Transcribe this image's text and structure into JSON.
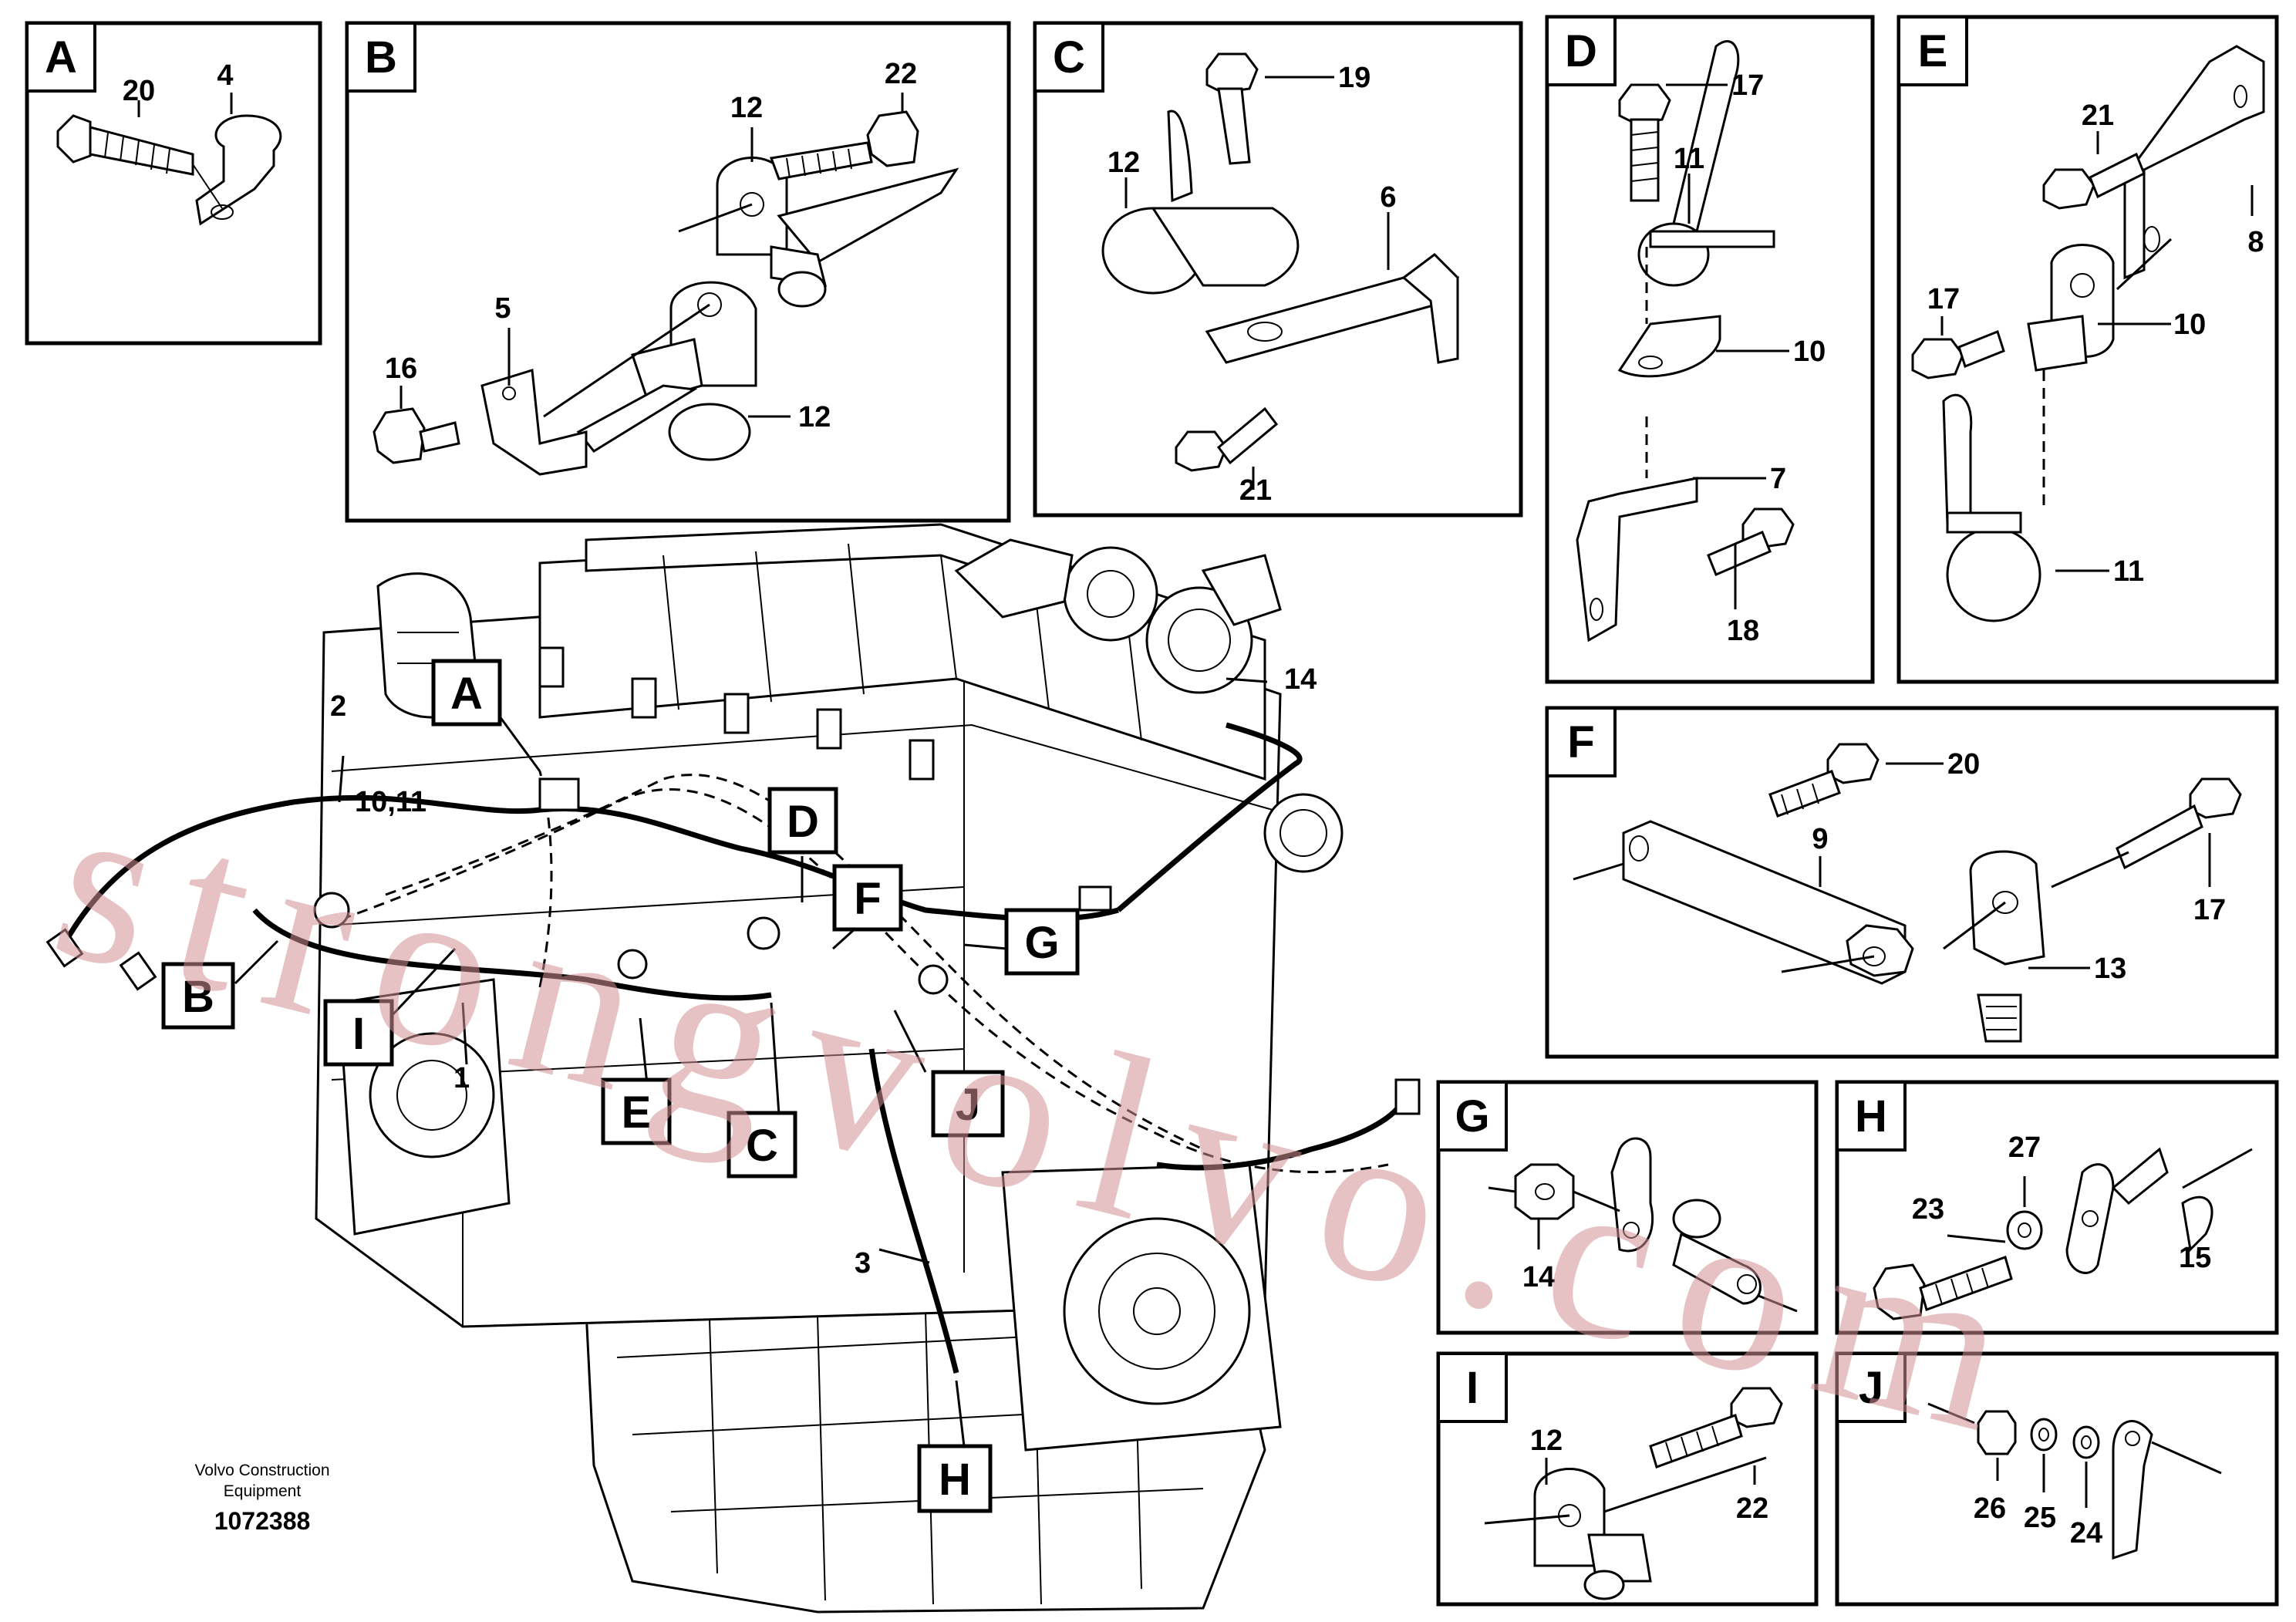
{
  "panels": {
    "A": {
      "letter": "A",
      "labels": [
        "20",
        "4"
      ]
    },
    "B": {
      "letter": "B",
      "labels": [
        "12",
        "22",
        "5",
        "16",
        "12"
      ]
    },
    "C": {
      "letter": "C",
      "labels": [
        "19",
        "12",
        "6",
        "21"
      ]
    },
    "D": {
      "letter": "D",
      "labels": [
        "17",
        "11",
        "10",
        "7",
        "18"
      ]
    },
    "E": {
      "letter": "E",
      "labels": [
        "21",
        "8",
        "17",
        "10",
        "11"
      ]
    },
    "F": {
      "letter": "F",
      "labels": [
        "20",
        "9",
        "17",
        "13"
      ]
    },
    "G": {
      "letter": "G",
      "labels": [
        "14"
      ]
    },
    "H": {
      "letter": "H",
      "labels": [
        "27",
        "23",
        "15"
      ]
    },
    "I": {
      "letter": "I",
      "labels": [
        "12",
        "22"
      ]
    },
    "J": {
      "letter": "J",
      "labels": [
        "26",
        "25",
        "24"
      ]
    }
  },
  "main": {
    "callouts": [
      "A",
      "B",
      "I",
      "D",
      "F",
      "G",
      "E",
      "C",
      "J",
      "H"
    ],
    "labels": [
      "2",
      "10,11",
      "14",
      "1",
      "3"
    ]
  },
  "caption": {
    "line1": "Volvo Construction",
    "line2": "Equipment",
    "id": "1072388"
  },
  "watermark": "strongvolvo.com"
}
